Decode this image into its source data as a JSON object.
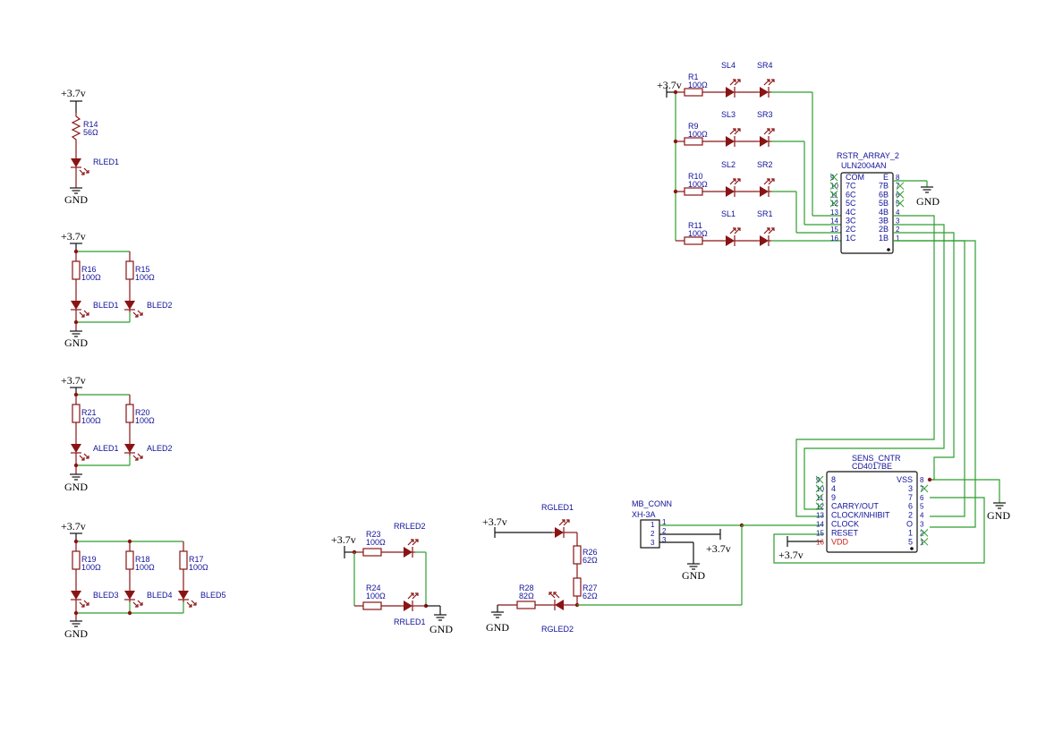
{
  "power": {
    "vcc": "+3.7v",
    "gnd": "GND"
  },
  "resistors": {
    "R14": {
      "ref": "R14",
      "val": "56Ω"
    },
    "R16": {
      "ref": "R16",
      "val": "100Ω"
    },
    "R15": {
      "ref": "R15",
      "val": "100Ω"
    },
    "R21": {
      "ref": "R21",
      "val": "100Ω"
    },
    "R20": {
      "ref": "R20",
      "val": "100Ω"
    },
    "R19": {
      "ref": "R19",
      "val": "100Ω"
    },
    "R18": {
      "ref": "R18",
      "val": "100Ω"
    },
    "R17": {
      "ref": "R17",
      "val": "100Ω"
    },
    "R23": {
      "ref": "R23",
      "val": "100Ω"
    },
    "R24": {
      "ref": "R24",
      "val": "100Ω"
    },
    "R26": {
      "ref": "R26",
      "val": "62Ω"
    },
    "R27": {
      "ref": "R27",
      "val": "62Ω"
    },
    "R28": {
      "ref": "R28",
      "val": "82Ω"
    },
    "R1": {
      "ref": "R1",
      "val": "100Ω"
    },
    "R9": {
      "ref": "R9",
      "val": "100Ω"
    },
    "R10": {
      "ref": "R10",
      "val": "100Ω"
    },
    "R11": {
      "ref": "R11",
      "val": "100Ω"
    }
  },
  "leds": {
    "RLED1": "RLED1",
    "BLED1": "BLED1",
    "BLED2": "BLED2",
    "ALED1": "ALED1",
    "ALED2": "ALED2",
    "BLED3": "BLED3",
    "BLED4": "BLED4",
    "BLED5": "BLED5",
    "RRLED2": "RRLED2",
    "RRLED1": "RRLED1",
    "RGLED1": "RGLED1",
    "RGLED2": "RGLED2",
    "SL4": "SL4",
    "SR4": "SR4",
    "SL3": "SL3",
    "SR3": "SR3",
    "SL2": "SL2",
    "SR2": "SR2",
    "SL1": "SL1",
    "SR1": "SR1"
  },
  "uln": {
    "ref": "RSTR_ARRAY_2",
    "part": "ULN2004AN",
    "left_pins": [
      {
        "num": "9",
        "name": "COM"
      },
      {
        "num": "10",
        "name": "7C"
      },
      {
        "num": "11",
        "name": "6C"
      },
      {
        "num": "12",
        "name": "5C"
      },
      {
        "num": "13",
        "name": "4C"
      },
      {
        "num": "14",
        "name": "3C"
      },
      {
        "num": "15",
        "name": "2C"
      },
      {
        "num": "16",
        "name": "1C"
      }
    ],
    "right_pins": [
      {
        "num": "8",
        "name": "E"
      },
      {
        "num": "7",
        "name": "7B"
      },
      {
        "num": "6",
        "name": "6B"
      },
      {
        "num": "5",
        "name": "5B"
      },
      {
        "num": "4",
        "name": "4B"
      },
      {
        "num": "3",
        "name": "3B"
      },
      {
        "num": "2",
        "name": "2B"
      },
      {
        "num": "1",
        "name": "1B"
      }
    ]
  },
  "cd": {
    "ref": "SENS_CNTR",
    "part": "CD4017BE",
    "left_pins": [
      {
        "num": "9",
        "name": "8"
      },
      {
        "num": "10",
        "name": "4"
      },
      {
        "num": "11",
        "name": "9"
      },
      {
        "num": "12",
        "name": "CARRY/OUT"
      },
      {
        "num": "13",
        "name": "CLOCK/INHIBIT"
      },
      {
        "num": "14",
        "name": "CLOCK"
      },
      {
        "num": "15",
        "name": "RESET"
      },
      {
        "num": "16",
        "name": "VDD"
      }
    ],
    "right_pins": [
      {
        "num": "8",
        "name": "VSS"
      },
      {
        "num": "7",
        "name": "3"
      },
      {
        "num": "6",
        "name": "7"
      },
      {
        "num": "5",
        "name": "6"
      },
      {
        "num": "4",
        "name": "2"
      },
      {
        "num": "3",
        "name": "O"
      },
      {
        "num": "2",
        "name": "1"
      },
      {
        "num": "1",
        "name": "5"
      }
    ]
  },
  "conn": {
    "ref": "MB_CONN",
    "part": "XH-3A",
    "pins": [
      "1",
      "2",
      "3"
    ]
  }
}
